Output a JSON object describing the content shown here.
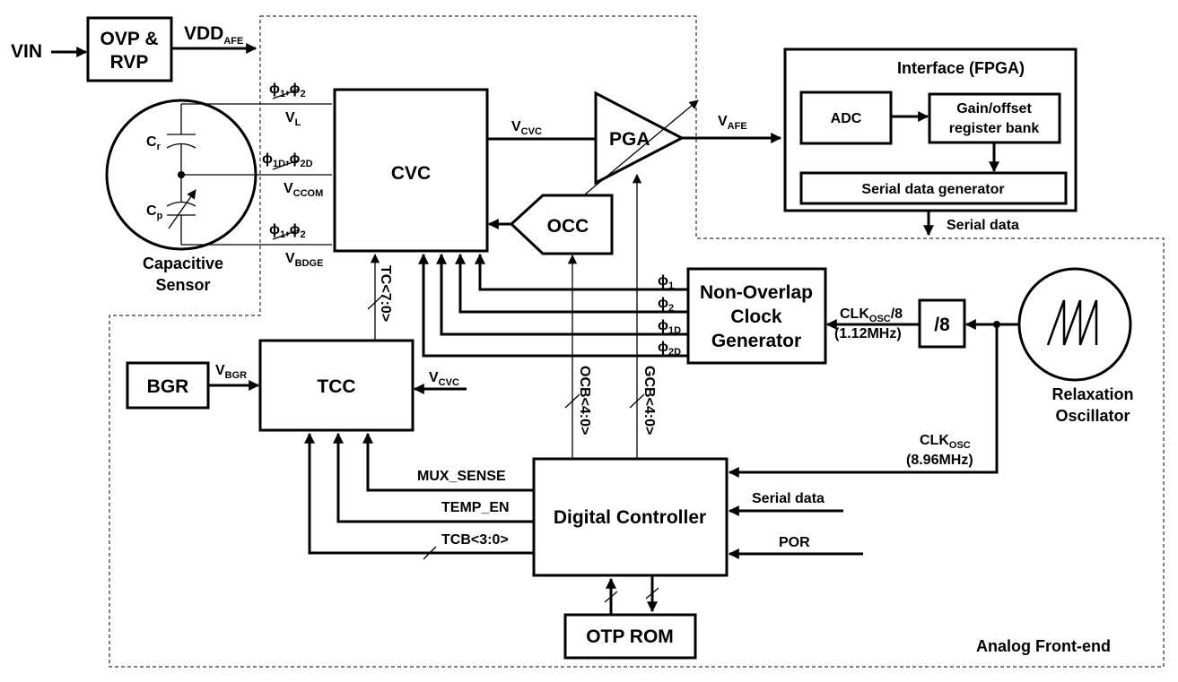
{
  "blocks": {
    "ovp": [
      "OVP &",
      "RVP"
    ],
    "cvc": "CVC",
    "pga": "PGA",
    "occ": "OCC",
    "interface_title": "Interface (FPGA)",
    "adc": "ADC",
    "gain_offset": [
      "Gain/offset",
      "register bank"
    ],
    "serial_gen": "Serial data generator",
    "nonoverlap": [
      "Non-Overlap",
      "Clock",
      "Generator"
    ],
    "div8": "/8",
    "relax": [
      "Relaxation",
      "Oscillator"
    ],
    "bgr": "BGR",
    "tcc": "TCC",
    "digital": "Digital Controller",
    "otp": "OTP ROM",
    "sensor": [
      "Capacitive",
      "Sensor"
    ]
  },
  "labels": {
    "vin": "VIN",
    "vdd_main": "VDD",
    "vdd_sub": "AFE",
    "phi_sym": "ϕ",
    "sub1": "1",
    "sub2": "2",
    "sub1d": "1D",
    "sub2d": "2D",
    "v": "V",
    "vl_sub": "L",
    "vccom_sub": "CCOM",
    "vbdge_sub": "BDGE",
    "cr_main": "C",
    "cr_sub": "r",
    "cp_main": "C",
    "cp_sub": "p",
    "vcvc_sub": "CVC",
    "vafe_sub": "AFE",
    "vbgr_sub": "BGR",
    "serial_data_out": "Serial data",
    "clk8_main": "CLK",
    "clk8_sub": "OSC",
    "clk8_suffix": "/8",
    "clk8_freq": "(1.12MHz)",
    "clk_main": "CLK",
    "clk_sub": "OSC",
    "clk_freq": "(8.96MHz)",
    "tc_bus": "TC<7:0>",
    "ocb_bus": "OCB<4:0>",
    "gcb_bus": "GCB<4:0>",
    "mux_sense": "MUX_SENSE",
    "temp_en": "TEMP_EN",
    "tcb": "TCB<3:0>",
    "serial_data_in": "Serial data",
    "por": "POR",
    "afe_region": "Analog Front-end"
  }
}
